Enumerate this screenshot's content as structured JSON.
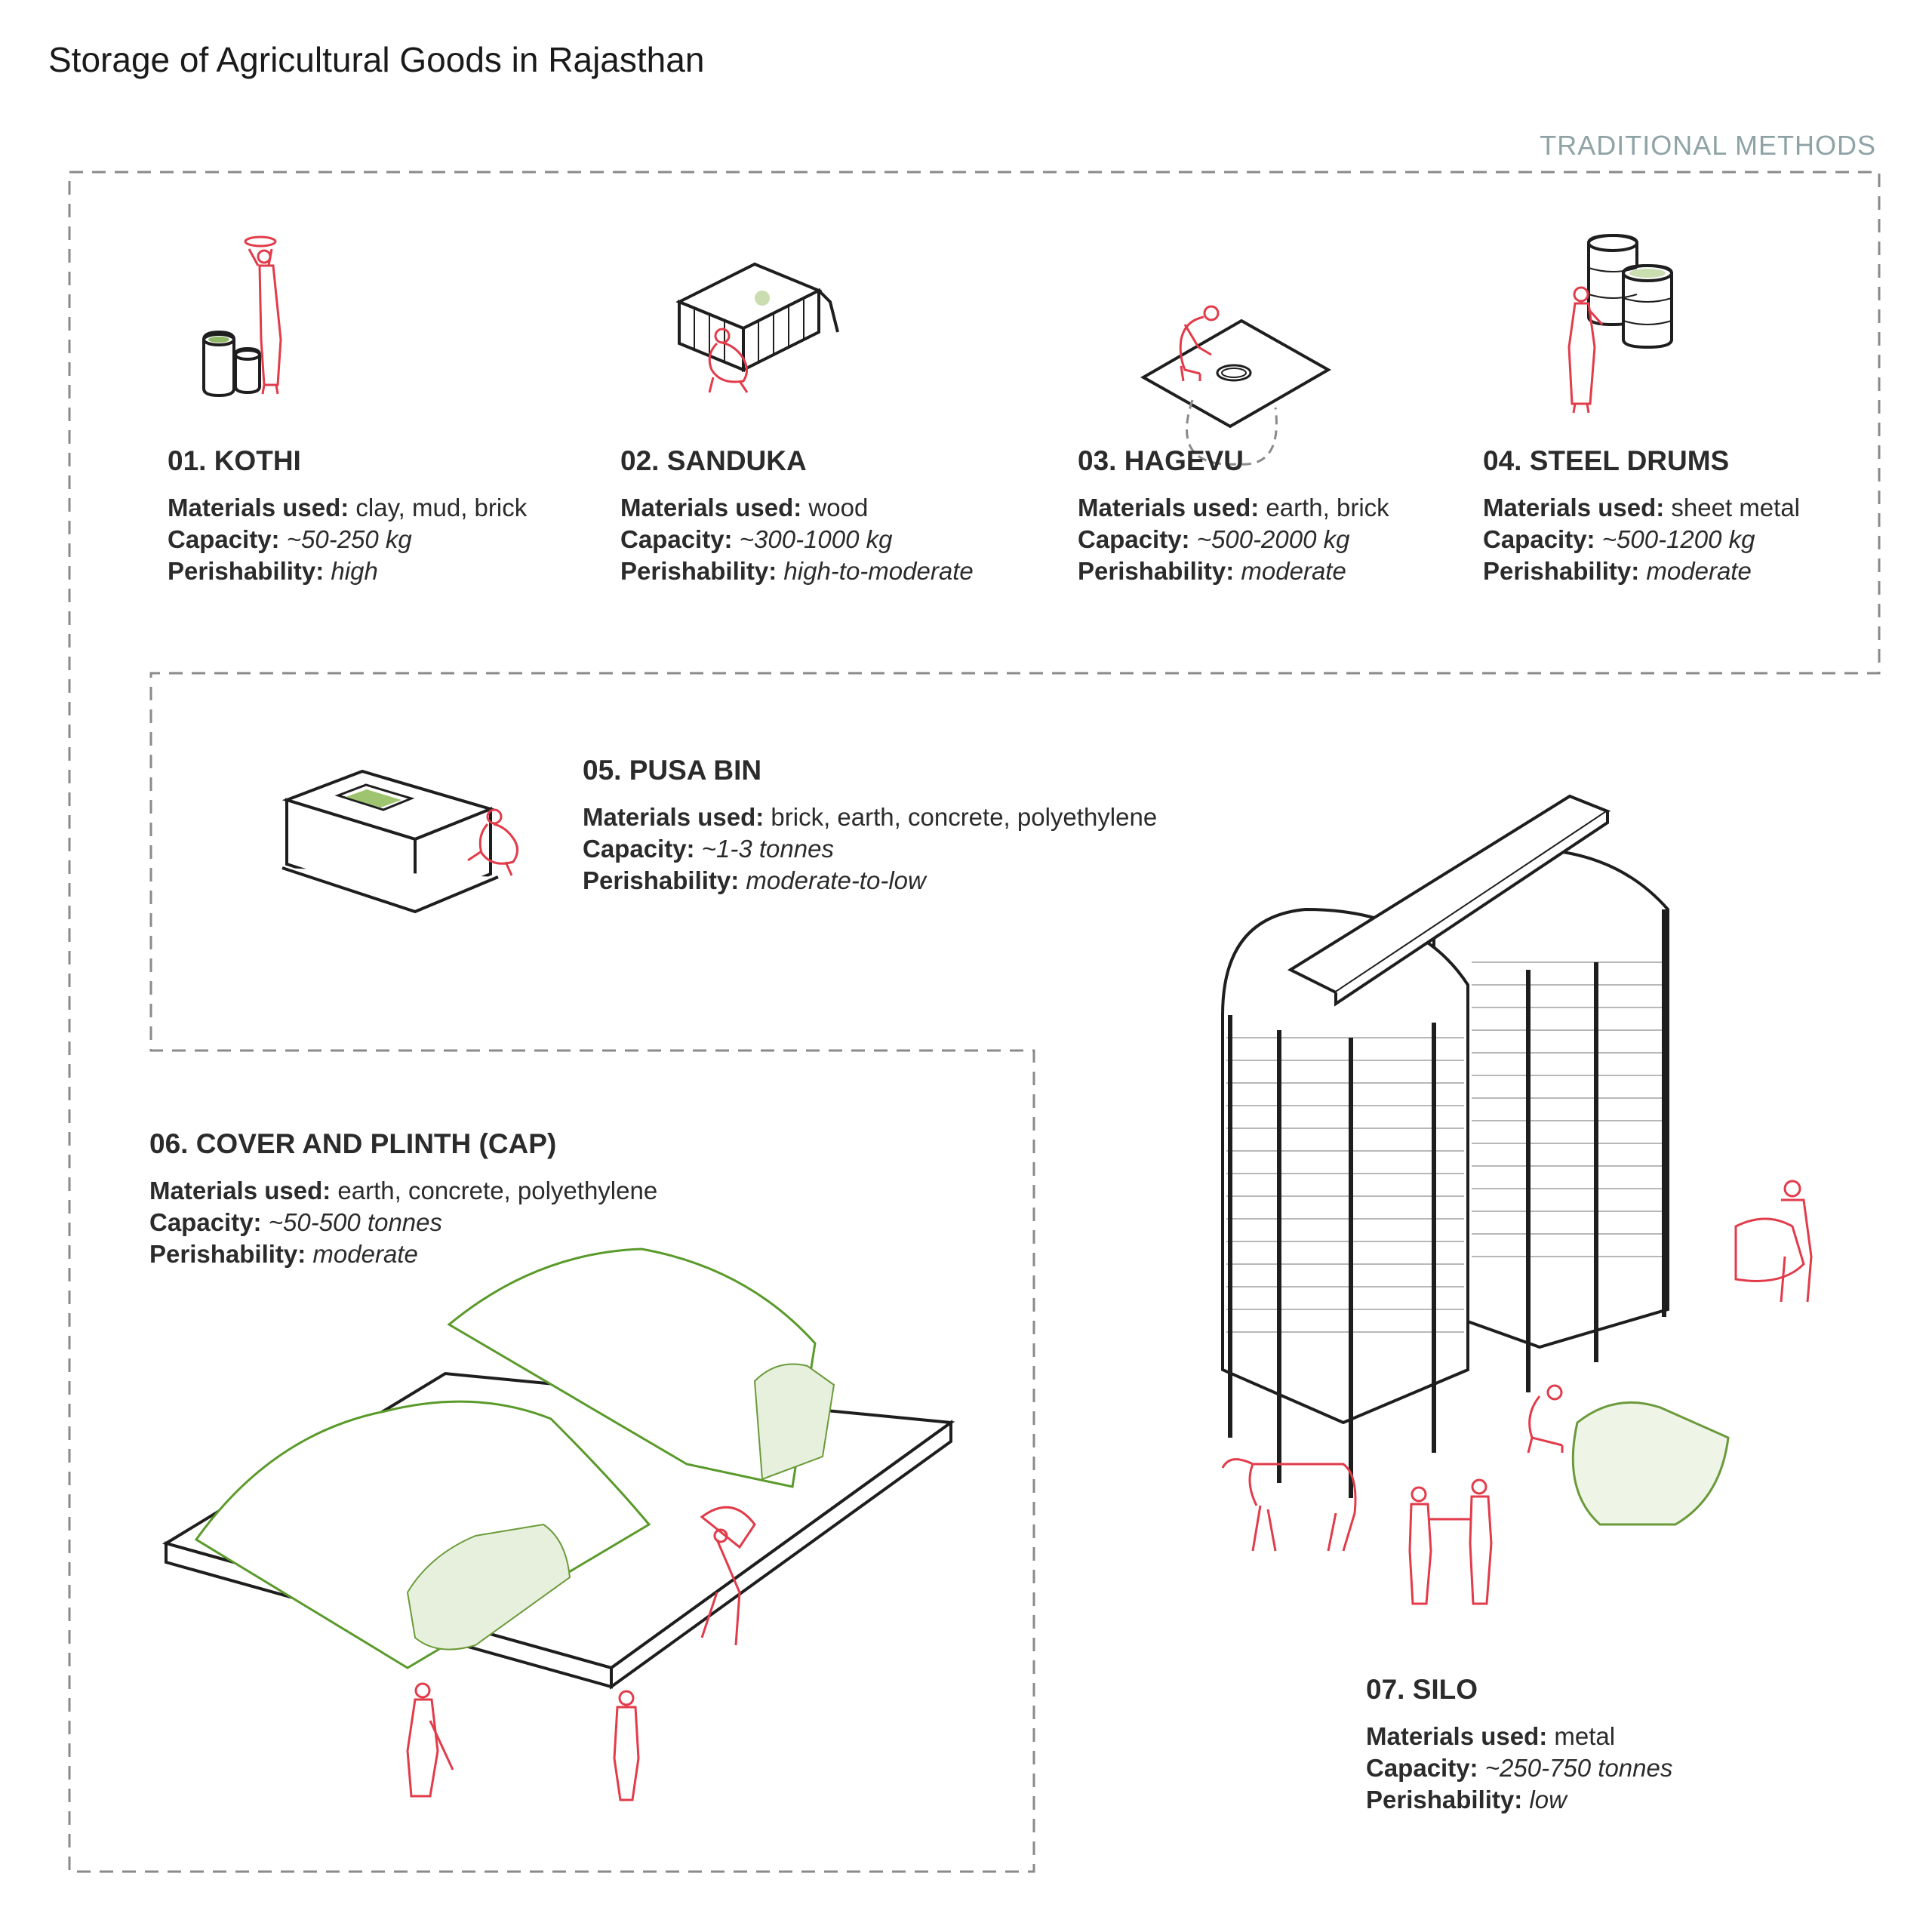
{
  "title": "Storage of Agricultural Goods in Rajasthan",
  "section_label": "TRADITIONAL METHODS",
  "colors": {
    "figure": "#e23b4a",
    "grain": "#6a9a3a",
    "frame": "#8a8a8a",
    "line": "#1e1e1e",
    "section": "#8fa3a6"
  },
  "labels": {
    "materials": "Materials used:",
    "capacity": "Capacity:",
    "perishability": "Perishability:"
  },
  "methods": [
    {
      "name": "01. KOTHI",
      "materials": "clay, mud, brick",
      "capacity": "~50-250 kg",
      "perishability": "high"
    },
    {
      "name": "02. SANDUKA",
      "materials": "wood",
      "capacity": "~300-1000 kg",
      "perishability": "high-to-moderate"
    },
    {
      "name": "03. HAGEVU",
      "materials": "earth, brick",
      "capacity": "~500-2000 kg",
      "perishability": "moderate"
    },
    {
      "name": "04. STEEL DRUMS",
      "materials": "sheet metal",
      "capacity": "~500-1200 kg",
      "perishability": "moderate"
    },
    {
      "name": "05. PUSA BIN",
      "materials": "brick, earth, concrete, polyethylene",
      "capacity": "~1-3 tonnes",
      "perishability": "moderate-to-low"
    },
    {
      "name": "06. COVER AND PLINTH (CAP)",
      "materials": "earth, concrete, polyethylene",
      "capacity": "~50-500 tonnes",
      "perishability": "moderate"
    },
    {
      "name": "07. SILO",
      "materials": "metal",
      "capacity": "~250-750 tonnes",
      "perishability": "low"
    }
  ]
}
